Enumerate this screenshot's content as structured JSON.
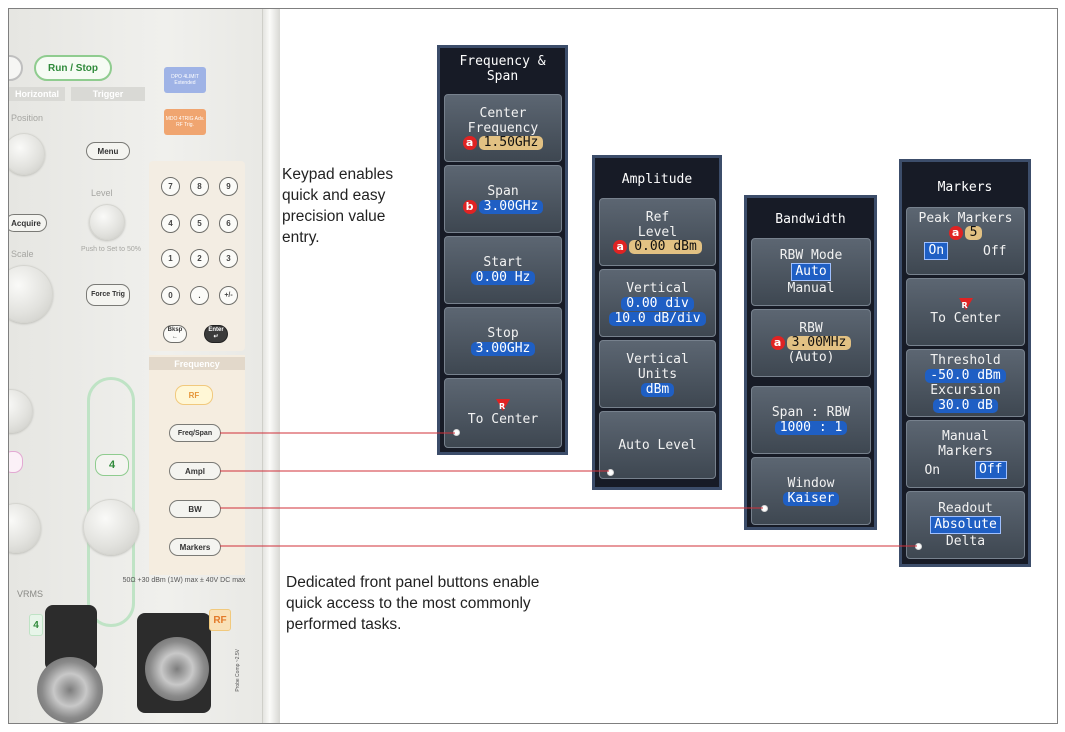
{
  "panel": {
    "run_stop": "Run / Stop",
    "horizontal": "Horizontal",
    "trigger": "Trigger",
    "position": "Position",
    "menu": "Menu",
    "level": "Level",
    "push_set": "Push to Set to 50%",
    "acquire": "Acquire",
    "scale": "Scale",
    "force_trig": "Force Trig",
    "mdo_btn1": "DPO 4LIMIT Extended",
    "mdo_btn2": "MDO 4TRIG Adv. RF Trig.",
    "keys": [
      "7",
      "8",
      "9",
      "4",
      "5",
      "6",
      "1",
      "2",
      "3",
      "0",
      ".",
      "+/-"
    ],
    "bksp": "Bksp",
    "enter": "Enter",
    "frequency": "Frequency",
    "rf": "RF",
    "freq_span": "Freq/Span",
    "ampl": "Ampl",
    "bw": "BW",
    "markers": "Markers",
    "channel_4": "4",
    "channel_4b": "4",
    "vrms": "VRMS",
    "spec": "50Ω +30 dBm (1W) max ± 40V DC max",
    "rf_label": "RF",
    "probe_comp": "Probe Comp ~2.5V"
  },
  "descriptions": {
    "keypad": "Keypad enables quick and easy precision value entry.",
    "buttons": "Dedicated front panel buttons enable quick access to the most commonly performed tasks."
  },
  "menus": {
    "freq": {
      "title": "Frequency & Span",
      "center_label": "Center Frequency",
      "center_badge": "a",
      "center_value": "1.50GHz",
      "span_label": "Span",
      "span_badge": "b",
      "span_value": "3.00GHz",
      "start_label": "Start",
      "start_value": "0.00 Hz",
      "stop_label": "Stop",
      "stop_value": "3.00GHz",
      "to_center": "To Center",
      "r_icon": "R"
    },
    "ampl": {
      "title": "Amplitude",
      "ref_label": "Ref Level",
      "ref_badge": "a",
      "ref_value": "0.00 dBm",
      "vertical_label": "Vertical",
      "vertical_div": "0.00 div",
      "vertical_db": "10.0 dB/div",
      "units_label": "Vertical Units",
      "units_value": "dBm",
      "auto_level": "Auto Level"
    },
    "bw": {
      "title": "Bandwidth",
      "rbw_mode_label": "RBW Mode",
      "rbw_mode_auto": "Auto",
      "rbw_mode_manual": "Manual",
      "rbw_label": "RBW",
      "rbw_badge": "a",
      "rbw_value": "3.00MHz",
      "rbw_auto": "(Auto)",
      "span_rbw_label": "Span : RBW",
      "span_rbw_value": "1000 : 1",
      "window_label": "Window",
      "window_value": "Kaiser"
    },
    "markers": {
      "title": "Markers",
      "peak_label": "Peak Markers",
      "peak_badge": "a",
      "peak_value": "5",
      "peak_on": "On",
      "peak_off": "Off",
      "to_center": "To Center",
      "r_icon": "R",
      "threshold_label": "Threshold",
      "threshold_value": "-50.0 dBm",
      "excursion_label": "Excursion",
      "excursion_value": "30.0 dB",
      "manual_label": "Manual Markers",
      "manual_on": "On",
      "manual_off": "Off",
      "readout_label": "Readout",
      "readout_abs": "Absolute",
      "readout_delta": "Delta"
    }
  },
  "colors": {
    "callout_line": "#d0303a",
    "menu_bg": "#171b26",
    "value_blue": "#1f5fc4",
    "value_tan": "#e2c183",
    "badge_red": "#e02323"
  }
}
